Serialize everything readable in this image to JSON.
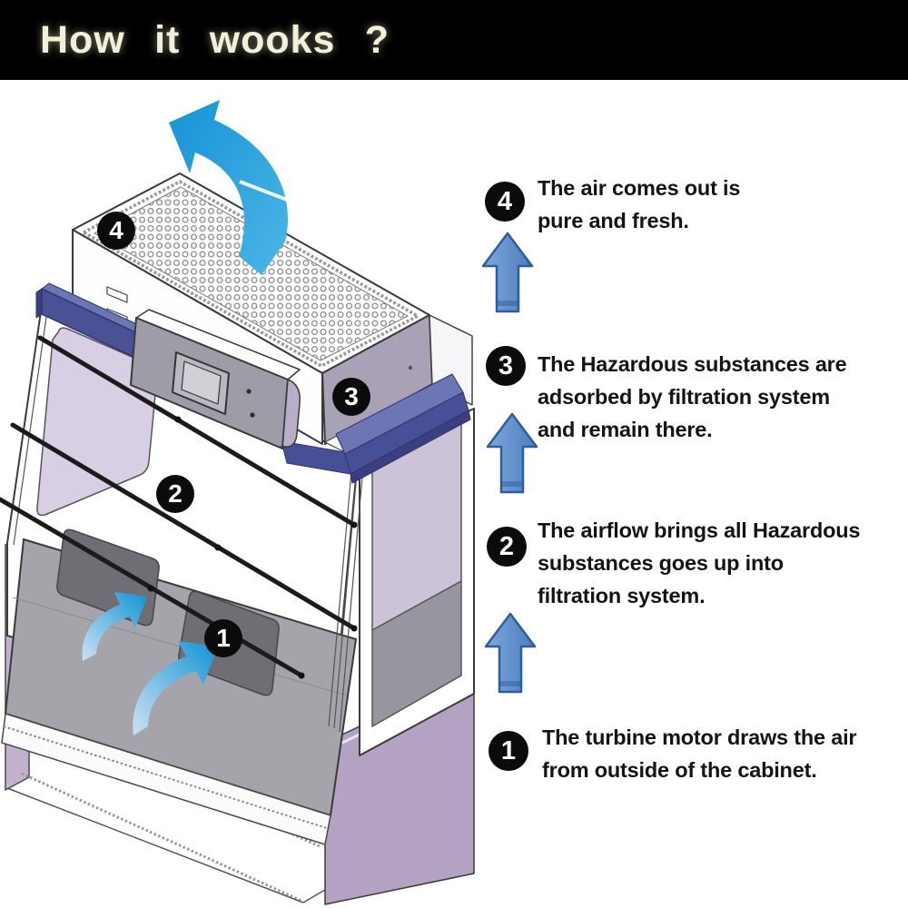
{
  "title": "How it wooks ?",
  "steps": [
    {
      "number": "1",
      "lines": [
        "The turbine motor draws the air",
        "from outside of the cabinet."
      ]
    },
    {
      "number": "2",
      "lines": [
        "The airflow brings all Hazardous",
        "substances goes up into",
        "filtration system."
      ]
    },
    {
      "number": "3",
      "lines": [
        "The Hazardous substances are",
        "adsorbed by filtration system",
        "and remain there."
      ]
    },
    {
      "number": "4",
      "lines": [
        "The air comes out is",
        "pure and fresh."
      ]
    }
  ],
  "icons": {
    "step_arrow": "blue-block-arrow-up",
    "exhaust_arrow": "curved-blue-arrow-up-left",
    "intake_arrows": "two-curved-blue-arrows-up-right"
  },
  "colors": {
    "title_bar_bg": "#000000",
    "title_text": "#f3f0da",
    "curved_arrow_blue": "#1e9ad6",
    "block_arrow_fill": "#5585c5",
    "block_arrow_border": "#2d5d9e",
    "cabinet_band_navy": "#474f96",
    "cabinet_panel_lavender": "#b3a2c2",
    "glass_lavender": "#d9cfe4",
    "chamber_gray": "#a5a4ab",
    "badge_bg": "#0b0b0b",
    "badge_text": "#ffffff"
  }
}
